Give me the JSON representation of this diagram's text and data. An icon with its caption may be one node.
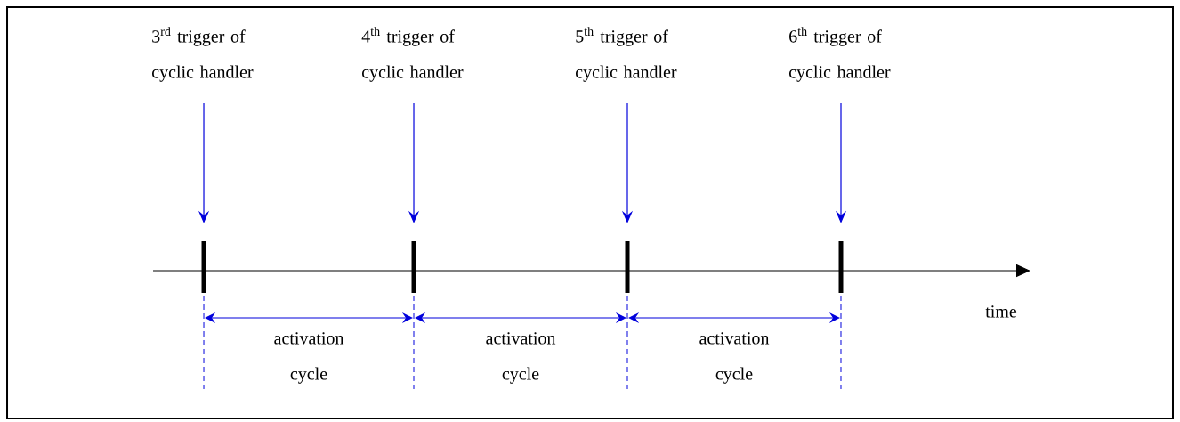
{
  "diagram": {
    "nodes": [
      {
        "text": [
          "3$^{rd}$ trigger of cyclic handler"
        ]
      },
      {
        "text": [
          "4$^{th}$ trigger of cyclic handler"
        ]
      },
      {
        "text": [
          "5$^{th}$ trigger of cyclic handler"
        ]
      },
      {
        "text": [
          "6$^{th}$ trigger of cyclic handler"
        ]
      },
      {
        "text": [],
        "shape": "bar"
      },
      {
        "text": [],
        "shape": "bar"
      },
      {
        "text": [],
        "shape": "bar"
      },
      {
        "text": [],
        "shape": "bar"
      }
    ],
    "edges": [
      {
        "from": 0,
        "to": 4,
        "arrow": "to"
      },
      {
        "from": 1,
        "to": 5,
        "arrow": "to"
      },
      {
        "from": 2,
        "to": 6,
        "arrow": "to"
      },
      {
        "from": 3,
        "to": 7,
        "arrow": "to"
      }
    ],
    "labels": [
      "time",
      "activation cycle",
      "activation cycle",
      "activation cycle"
    ]
  }
}
